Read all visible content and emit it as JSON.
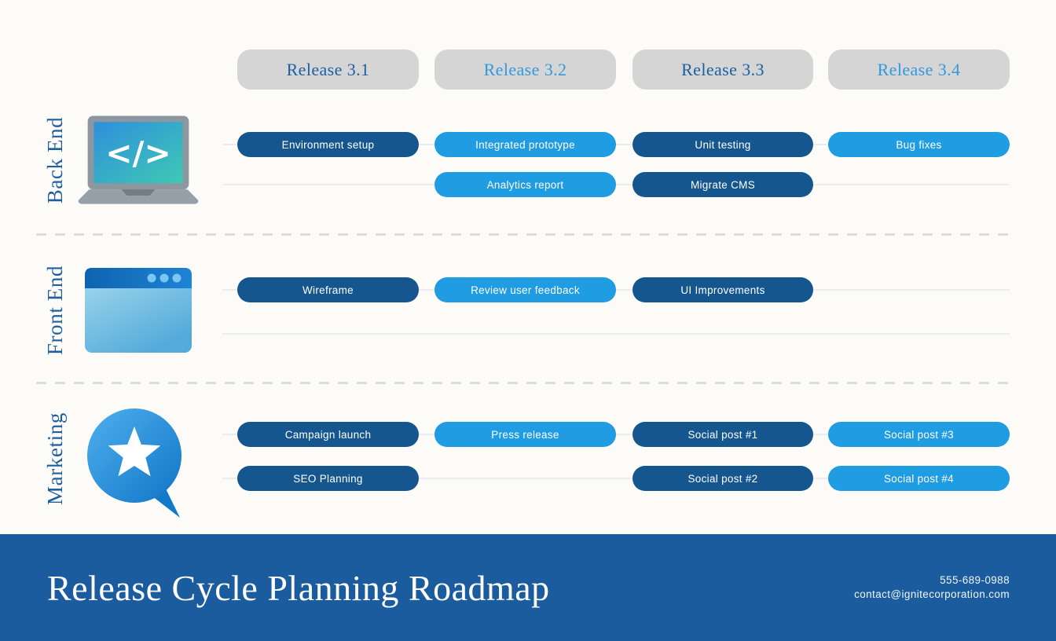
{
  "palette": {
    "dark_pill": "#15568f",
    "light_pill": "#1f9ce2",
    "header_pill_bg": "#d5d5d5",
    "header_text_dark": "#1d5f9f",
    "header_text_light": "#3399dd",
    "label_color": "#1d5f9f",
    "footer_bg": "#1b5c9e"
  },
  "releases": [
    {
      "label": "Release 3.1",
      "tone": "dark"
    },
    {
      "label": "Release 3.2",
      "tone": "light"
    },
    {
      "label": "Release 3.3",
      "tone": "dark"
    },
    {
      "label": "Release 3.4",
      "tone": "light"
    }
  ],
  "sections": [
    {
      "label": "Back End",
      "icon": "laptop-code-icon",
      "rows": [
        {
          "tasks": [
            {
              "label": "Environment setup",
              "column": 1,
              "tone": "dark"
            },
            {
              "label": "Integrated prototype",
              "column": 2,
              "tone": "light"
            },
            {
              "label": "Unit testing",
              "column": 3,
              "tone": "dark"
            },
            {
              "label": "Bug fixes",
              "column": 4,
              "tone": "light"
            }
          ]
        },
        {
          "tasks": [
            {
              "label": "Analytics report",
              "column": 2,
              "tone": "light"
            },
            {
              "label": "Migrate CMS",
              "column": 3,
              "tone": "dark"
            }
          ]
        }
      ]
    },
    {
      "label": "Front End",
      "icon": "browser-window-icon",
      "rows": [
        {
          "tasks": [
            {
              "label": "Wireframe",
              "column": 1,
              "tone": "dark"
            },
            {
              "label": "Review user feedback",
              "column": 2,
              "tone": "light"
            },
            {
              "label": "UI Improvements",
              "column": 3,
              "tone": "dark"
            }
          ]
        },
        {
          "tasks": []
        }
      ]
    },
    {
      "label": "Marketing",
      "icon": "star-speech-bubble-icon",
      "rows": [
        {
          "tasks": [
            {
              "label": "Campaign launch",
              "column": 1,
              "tone": "dark"
            },
            {
              "label": "Press release",
              "column": 2,
              "tone": "light"
            },
            {
              "label": "Social post #1",
              "column": 3,
              "tone": "dark"
            },
            {
              "label": "Social post #3",
              "column": 4,
              "tone": "light"
            }
          ]
        },
        {
          "tasks": [
            {
              "label": "SEO Planning",
              "column": 1,
              "tone": "dark"
            },
            {
              "label": "Social post #2",
              "column": 3,
              "tone": "dark"
            },
            {
              "label": "Social post #4",
              "column": 4,
              "tone": "light"
            }
          ]
        }
      ]
    }
  ],
  "footer": {
    "title": "Release Cycle Planning Roadmap",
    "phone": "555-689-0988",
    "email": "contact@ignitecorporation.com"
  }
}
